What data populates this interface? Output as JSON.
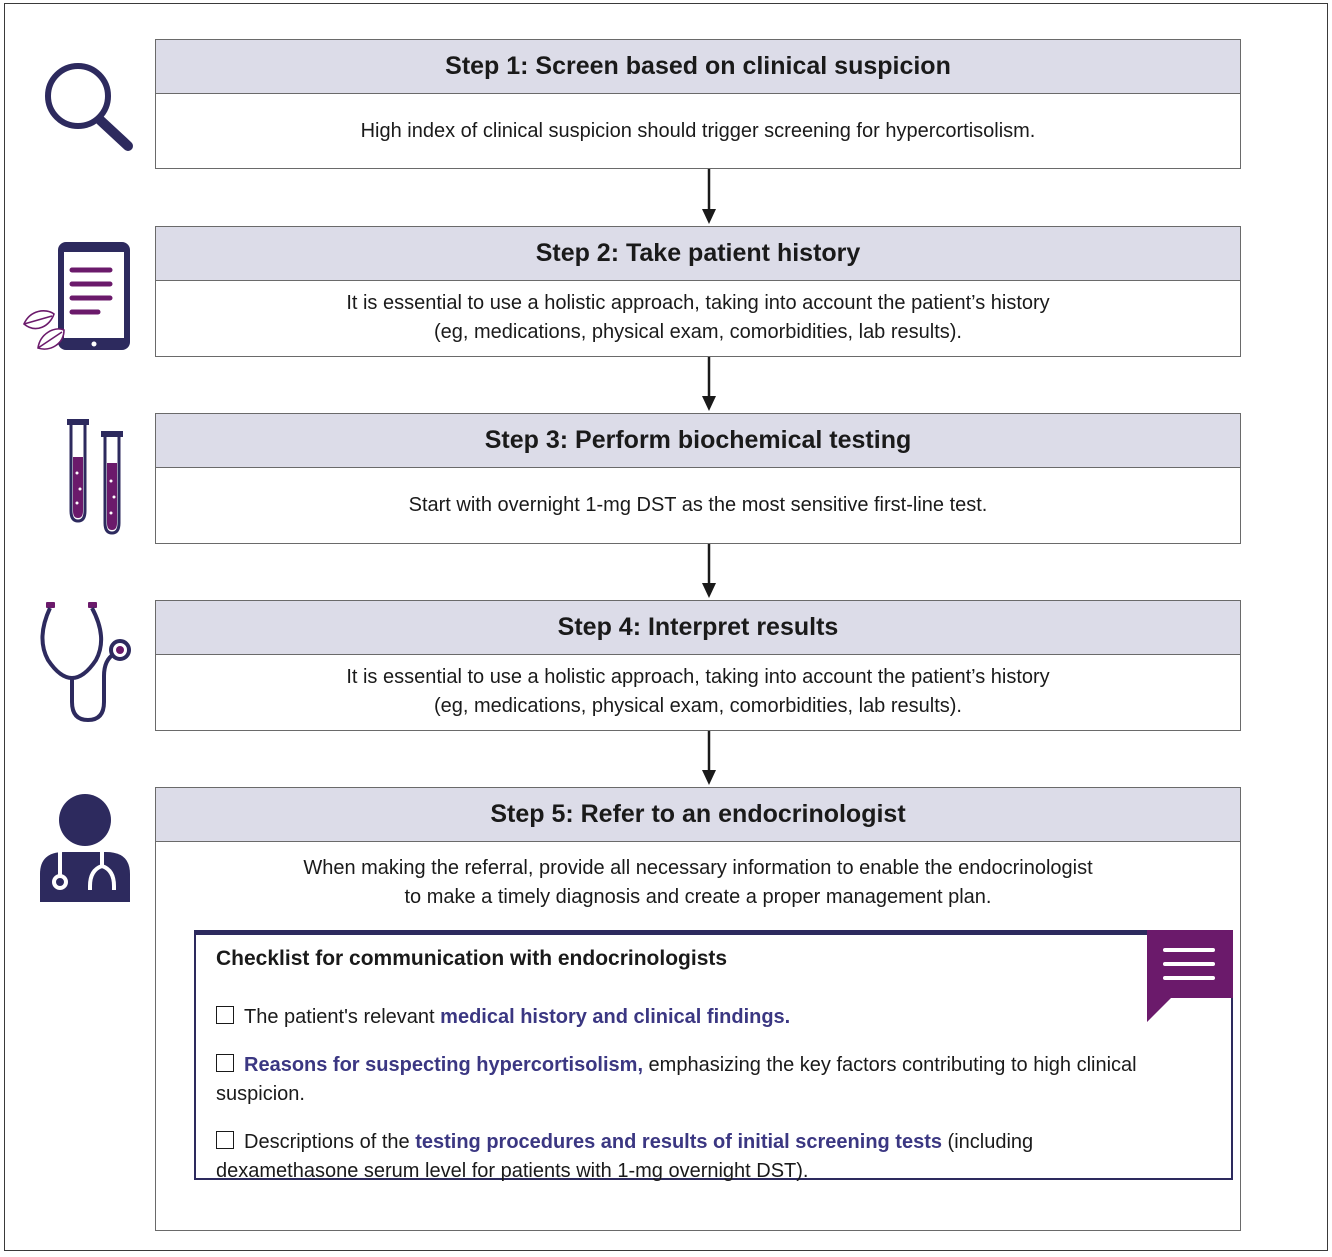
{
  "steps": [
    {
      "title": "Step 1: Screen based on clinical suspicion",
      "body_lines": [
        "High index of clinical suspicion should trigger screening for hypercortisolism."
      ]
    },
    {
      "title": "Step 2: Take patient history",
      "body_lines": [
        "It is essential to use a holistic approach, taking into account the patient’s history",
        "(eg, medications, physical exam, comorbidities, lab results)."
      ]
    },
    {
      "title": "Step 3: Perform biochemical testing",
      "body_lines": [
        "Start with overnight 1-mg DST as the most sensitive first-line test."
      ]
    },
    {
      "title": "Step 4: Interpret results",
      "body_lines": [
        "It is essential to use a holistic approach, taking into account the patient’s history",
        "(eg, medications, physical exam, comorbidities, lab results)."
      ]
    },
    {
      "title": "Step 5: Refer to an endocrinologist",
      "body_lines": [
        "When making the referral, provide all necessary information to enable the endocrinologist",
        "to make a timely diagnosis and create a proper management plan."
      ]
    }
  ],
  "checklist": {
    "title": "Checklist for communication with endocrinologists",
    "items": [
      {
        "pre": "The patient's relevant ",
        "highlight": "medical history and clinical findings.",
        "post": ""
      },
      {
        "pre": "",
        "highlight": "Reasons for suspecting hypercortisolism,",
        "post": " emphasizing the key factors contributing to high clinical suspicion."
      },
      {
        "pre": "Descriptions of the ",
        "highlight": "testing procedures and results of initial screening tests",
        "post": " (including dexamethasone serum level for patients with 1-mg overnight DST)."
      }
    ]
  },
  "icons": [
    "magnifier-icon",
    "tablet-document-icon",
    "leaf-icon",
    "test-tubes-icon",
    "stethoscope-icon",
    "doctor-icon",
    "chat-bubble-icon"
  ],
  "colors": {
    "navy": "#2d2a5e",
    "purple": "#6b1a6b",
    "header_bg": "#dcdce8",
    "highlight": "#3b3782"
  }
}
